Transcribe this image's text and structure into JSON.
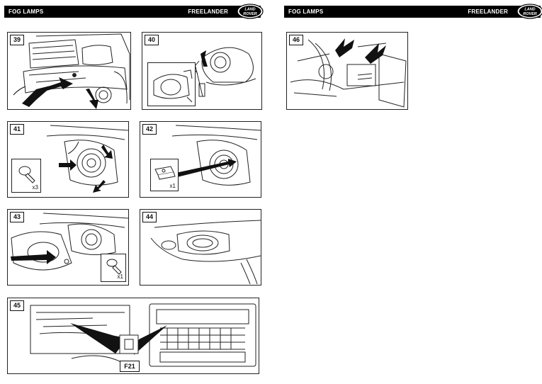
{
  "left_header": {
    "title": "FOG LAMPS",
    "model": "FREELANDER",
    "logo_top": "LAND",
    "logo_bottom": "ROVER"
  },
  "right_header": {
    "title": "FOG LAMPS",
    "model": "FREELANDER",
    "logo_top": "LAND",
    "logo_bottom": "ROVER"
  },
  "steps": {
    "s39": {
      "number": "39"
    },
    "s40": {
      "number": "40"
    },
    "s41": {
      "number": "41",
      "quantity": "x3"
    },
    "s42": {
      "number": "42",
      "quantity": "x1"
    },
    "s43": {
      "number": "43",
      "quantity": "x1"
    },
    "s44": {
      "number": "44"
    },
    "s45": {
      "number": "45",
      "fuse_label": "F21"
    },
    "s46": {
      "number": "46"
    }
  }
}
